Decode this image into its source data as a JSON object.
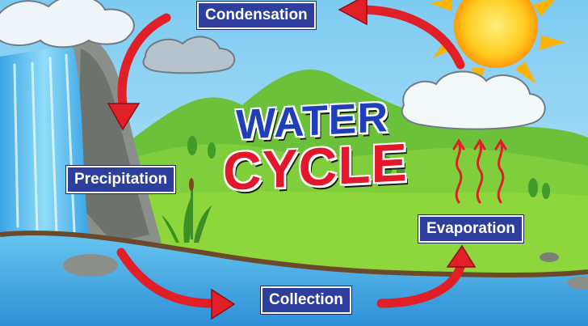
{
  "diagram": {
    "title_line_1": "WATER",
    "title_line_2": "CYCLE",
    "stages": {
      "condensation": "Condensation",
      "precipitation": "Precipitation",
      "evaporation": "Evaporation",
      "collection": "Collection"
    }
  },
  "colors": {
    "label_background": "#2d3e9c",
    "label_text": "#ffffff",
    "arrow": "#e11f26",
    "title_word_1": "#1f3fb8",
    "title_word_2": "#e2172b",
    "sky": "#8fd3f4",
    "grass": "#8dd63c",
    "water": "#4db5ea"
  }
}
